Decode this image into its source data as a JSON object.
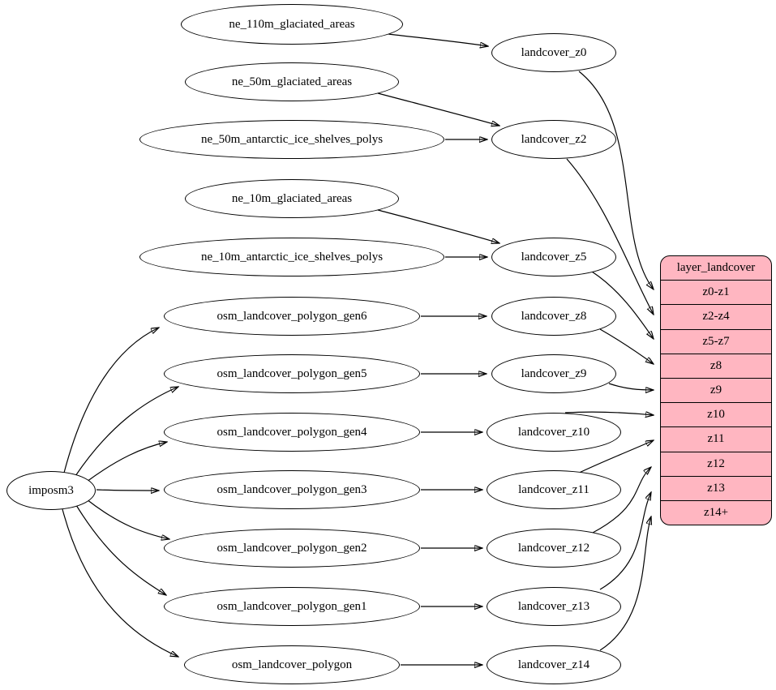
{
  "diagram": {
    "root": {
      "label": "imposm3"
    },
    "sources": [
      {
        "label": "ne_110m_glaciated_areas"
      },
      {
        "label": "ne_50m_glaciated_areas"
      },
      {
        "label": "ne_50m_antarctic_ice_shelves_polys"
      },
      {
        "label": "ne_10m_glaciated_areas"
      },
      {
        "label": "ne_10m_antarctic_ice_shelves_polys"
      },
      {
        "label": "osm_landcover_polygon_gen6"
      },
      {
        "label": "osm_landcover_polygon_gen5"
      },
      {
        "label": "osm_landcover_polygon_gen4"
      },
      {
        "label": "osm_landcover_polygon_gen3"
      },
      {
        "label": "osm_landcover_polygon_gen2"
      },
      {
        "label": "osm_landcover_polygon_gen1"
      },
      {
        "label": "osm_landcover_polygon"
      }
    ],
    "intermediates": [
      {
        "label": "landcover_z0"
      },
      {
        "label": "landcover_z2"
      },
      {
        "label": "landcover_z5"
      },
      {
        "label": "landcover_z8"
      },
      {
        "label": "landcover_z9"
      },
      {
        "label": "landcover_z10"
      },
      {
        "label": "landcover_z11"
      },
      {
        "label": "landcover_z12"
      },
      {
        "label": "landcover_z13"
      },
      {
        "label": "landcover_z14"
      }
    ],
    "table": {
      "title": "layer_landcover",
      "rows": [
        "z0-z1",
        "z2-z4",
        "z5-z7",
        "z8",
        "z9",
        "z10",
        "z11",
        "z12",
        "z13",
        "z14+"
      ]
    },
    "edges": [
      {
        "from": "ne_110m_glaciated_areas",
        "to": "landcover_z0"
      },
      {
        "from": "ne_50m_glaciated_areas",
        "to": "landcover_z2"
      },
      {
        "from": "ne_50m_antarctic_ice_shelves_polys",
        "to": "landcover_z2"
      },
      {
        "from": "ne_10m_glaciated_areas",
        "to": "landcover_z5"
      },
      {
        "from": "ne_10m_antarctic_ice_shelves_polys",
        "to": "landcover_z5"
      },
      {
        "from": "imposm3",
        "to": "osm_landcover_polygon_gen6"
      },
      {
        "from": "imposm3",
        "to": "osm_landcover_polygon_gen5"
      },
      {
        "from": "imposm3",
        "to": "osm_landcover_polygon_gen4"
      },
      {
        "from": "imposm3",
        "to": "osm_landcover_polygon_gen3"
      },
      {
        "from": "imposm3",
        "to": "osm_landcover_polygon_gen2"
      },
      {
        "from": "imposm3",
        "to": "osm_landcover_polygon_gen1"
      },
      {
        "from": "imposm3",
        "to": "osm_landcover_polygon"
      },
      {
        "from": "osm_landcover_polygon_gen6",
        "to": "landcover_z8"
      },
      {
        "from": "osm_landcover_polygon_gen5",
        "to": "landcover_z9"
      },
      {
        "from": "osm_landcover_polygon_gen4",
        "to": "landcover_z10"
      },
      {
        "from": "osm_landcover_polygon_gen3",
        "to": "landcover_z11"
      },
      {
        "from": "osm_landcover_polygon_gen2",
        "to": "landcover_z12"
      },
      {
        "from": "osm_landcover_polygon_gen1",
        "to": "landcover_z13"
      },
      {
        "from": "osm_landcover_polygon",
        "to": "landcover_z14"
      },
      {
        "from": "landcover_z0",
        "to": "z0-z1"
      },
      {
        "from": "landcover_z2",
        "to": "z2-z4"
      },
      {
        "from": "landcover_z5",
        "to": "z5-z7"
      },
      {
        "from": "landcover_z8",
        "to": "z8"
      },
      {
        "from": "landcover_z9",
        "to": "z9"
      },
      {
        "from": "landcover_z10",
        "to": "z10"
      },
      {
        "from": "landcover_z11",
        "to": "z11"
      },
      {
        "from": "landcover_z12",
        "to": "z12"
      },
      {
        "from": "landcover_z13",
        "to": "z13"
      },
      {
        "from": "landcover_z14",
        "to": "z14+"
      }
    ],
    "colors": {
      "table_fill": "#FFB6C1",
      "node_fill": "#FFFFFF",
      "stroke": "#000000",
      "background": "#FFFFFF"
    }
  }
}
